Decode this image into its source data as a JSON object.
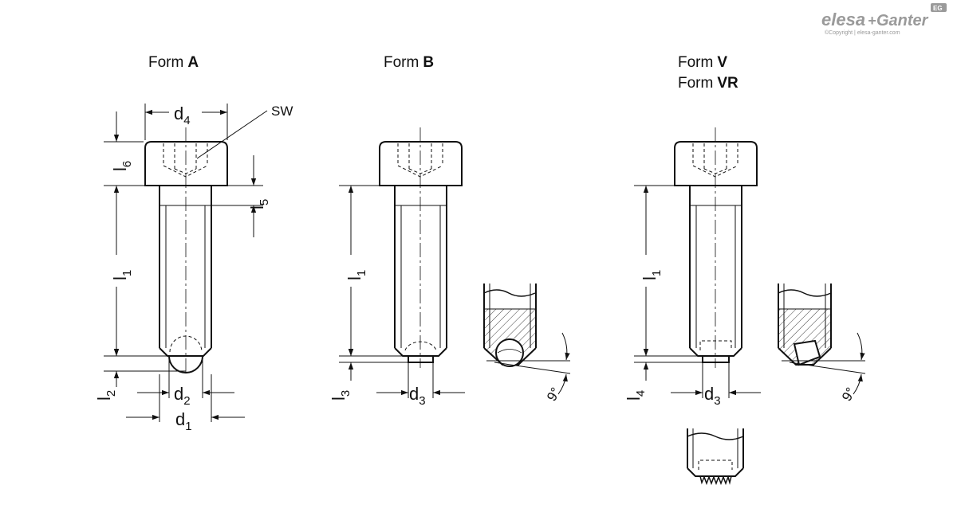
{
  "logo": {
    "brand_left": "elesa",
    "brand_right": "Ganter",
    "badge": "EG",
    "copyright": "©Copyright | elesa-ganter.com"
  },
  "views": {
    "form_a": {
      "prefix": "Form",
      "letter": "A"
    },
    "form_b": {
      "prefix": "Form",
      "letter": "B"
    },
    "form_v": {
      "prefix": "Form",
      "letter": "V"
    },
    "form_vr": {
      "prefix": "Form",
      "letter": "VR"
    }
  },
  "dimensions": {
    "d4": {
      "base": "d",
      "sub": "4"
    },
    "sw": "SW",
    "l6": {
      "base": "l",
      "sub": "6"
    },
    "l5": {
      "base": "l",
      "sub": "5"
    },
    "l1_a": {
      "base": "l",
      "sub": "1"
    },
    "l2": {
      "base": "l",
      "sub": "2"
    },
    "d2": {
      "base": "d",
      "sub": "2"
    },
    "d1": {
      "base": "d",
      "sub": "1"
    },
    "l1_b": {
      "base": "l",
      "sub": "1"
    },
    "l3": {
      "base": "l",
      "sub": "3"
    },
    "d3_b": {
      "base": "d",
      "sub": "3"
    },
    "angle_b": "9°",
    "l1_v": {
      "base": "l",
      "sub": "1"
    },
    "l4": {
      "base": "l",
      "sub": "4"
    },
    "d3_v": {
      "base": "d",
      "sub": "3"
    },
    "angle_v": "9°"
  }
}
